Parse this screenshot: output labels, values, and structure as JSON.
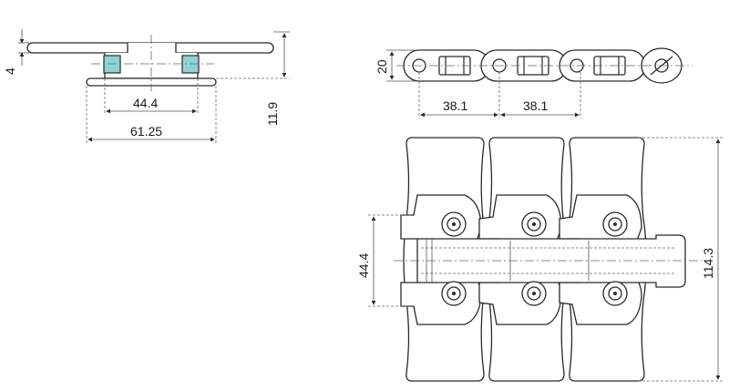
{
  "dimensions": {
    "side_thickness": "4",
    "side_inner_width": "44.4",
    "side_outer_width": "61.25",
    "side_height": "11.9",
    "chain_height": "20",
    "pitch_1": "38.1",
    "pitch_2": "38.1",
    "plan_pin_spacing": "44.4",
    "plan_total_width": "114.3"
  },
  "colors": {
    "line": "#2a2a2a",
    "bushing_fill": "#8fd3d6",
    "background": "#ffffff"
  }
}
